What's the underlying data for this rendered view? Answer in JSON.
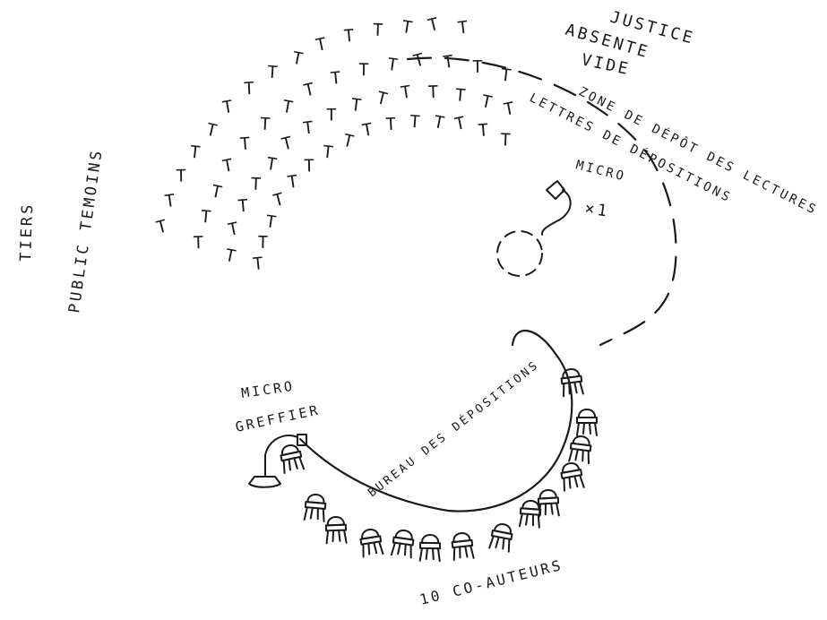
{
  "labels": {
    "tiers": "TIERS",
    "public_temoins": "PUBLIC TEMOINS",
    "justice": "JUSTICE",
    "absente": "ABSENTE",
    "vide": "VIDE",
    "zone_depot": "ZONE DE DÉPÔT DES LECTURES",
    "lettres_depositions": "LETTRES DE DÉPOSITIONS",
    "micro": "MICRO",
    "micro_count": "×1",
    "micro_greffier": "MICRO",
    "greffier": "GREFFIER",
    "bureau": "BUREAU DES DÉPOSITIONS",
    "co_auteurs": "10 CO-AUTEURS"
  },
  "marks": {
    "audience_glyph": "T",
    "audience_count": 60,
    "chair_count": 14
  },
  "colors": {
    "ink": "#1a1a1a",
    "paper": "#ffffff"
  },
  "icons": [
    "chair-icon",
    "microphone-icon",
    "lamp-icon"
  ]
}
